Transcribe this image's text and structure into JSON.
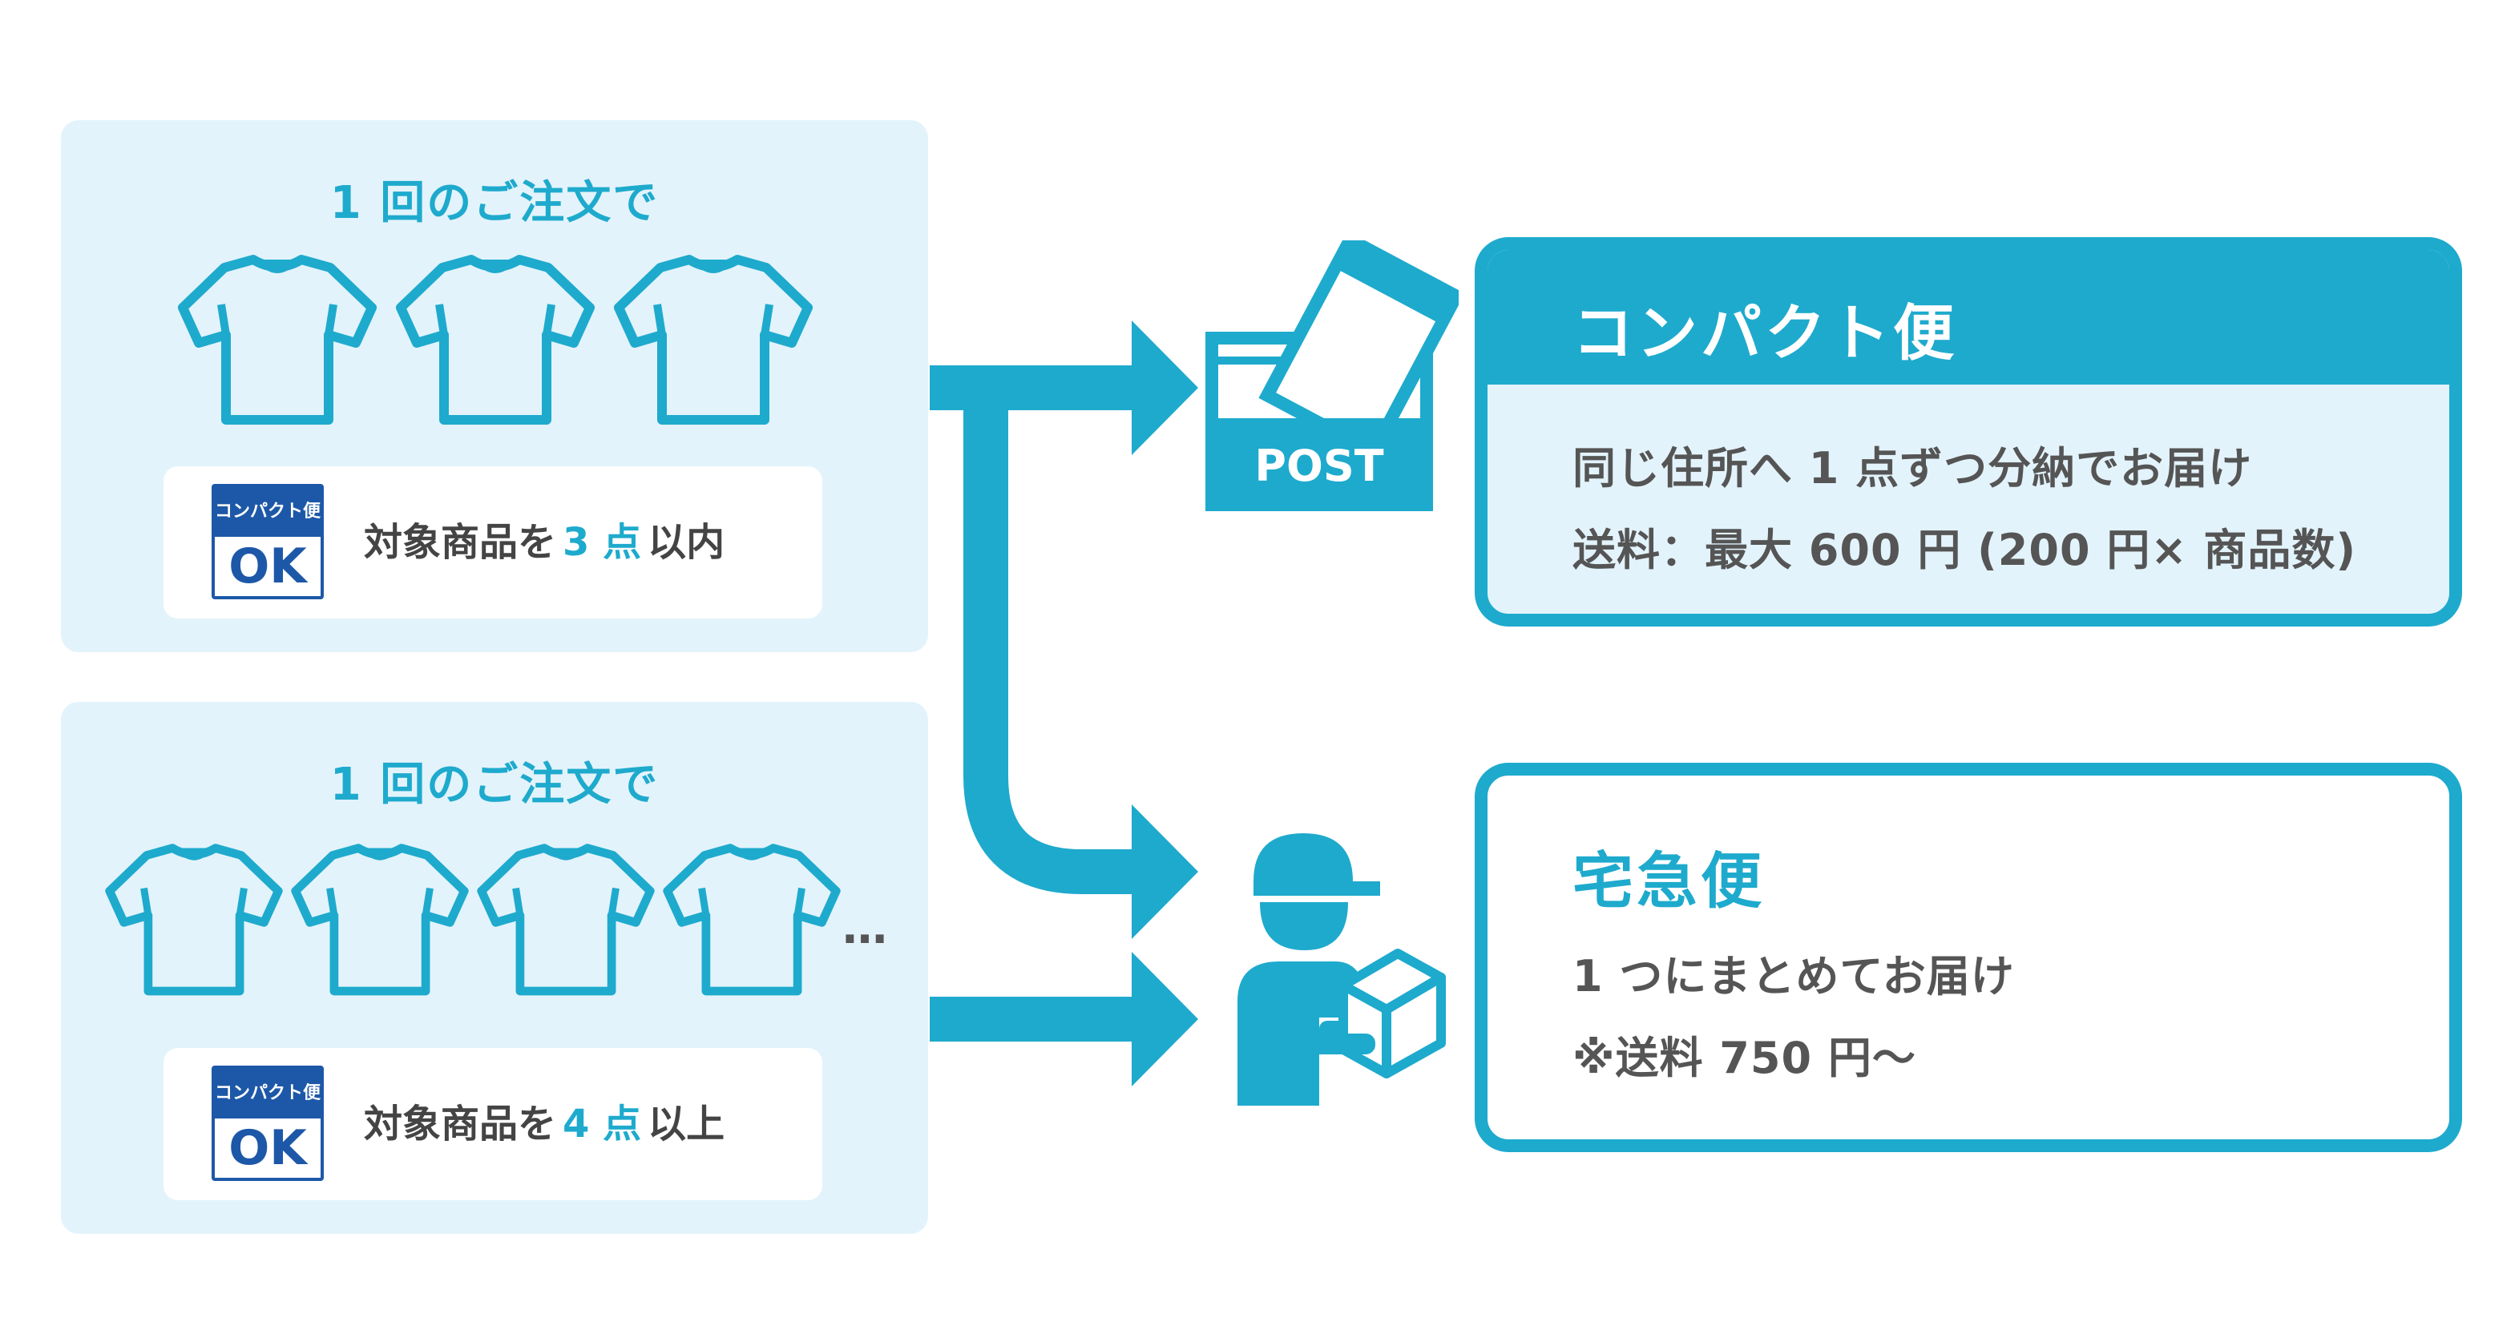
{
  "colors": {
    "accent": "#1eaacd",
    "panel_bg": "#e3f3fb",
    "badge_blue": "#1d58a8",
    "text": "#555555"
  },
  "order_small": {
    "heading": "1 回のご注文で",
    "badge_top": "コンパクト便",
    "badge_ok": "OK",
    "condition_prefix": "対象商品を",
    "condition_number": "3 点",
    "condition_suffix": "以内"
  },
  "order_large": {
    "heading": "1 回のご注文で",
    "more_indicator": "…",
    "badge_top": "コンパクト便",
    "badge_ok": "OK",
    "condition_prefix": "対象商品を",
    "condition_number": "4 点",
    "condition_suffix": "以上"
  },
  "icons": {
    "shirt": "t-shirt-icon",
    "post": "post-box-icon",
    "post_label": "POST",
    "courier": "delivery-person-icon"
  },
  "compact_service": {
    "title": "コンパクト便",
    "line1": "同じ住所へ 1 点ずつ分納でお届け",
    "line2": "送料：最大 600 円 (200 円× 商品数)"
  },
  "home_service": {
    "title": "宅急便",
    "line1": "1 つにまとめてお届け",
    "line2": "※送料 750 円〜"
  }
}
